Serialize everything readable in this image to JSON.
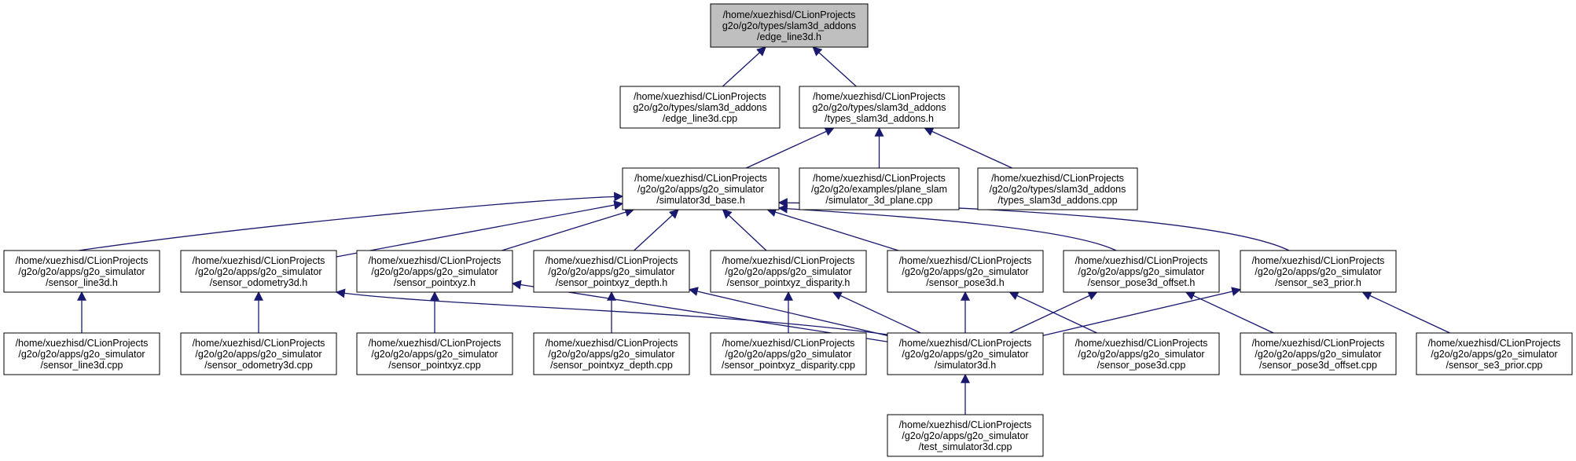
{
  "colors": {
    "edge": "#191970",
    "node_border": "#000000",
    "node_fill": "#ffffff",
    "root_fill": "#bfbfbf",
    "text": "#000000"
  },
  "nodes": {
    "n0": {
      "lines": [
        "/home/xuezhisd/CLionProjects",
        "g2o/g2o/types/slam3d_addons",
        "/edge_line3d.h"
      ]
    },
    "n1": {
      "lines": [
        "/home/xuezhisd/CLionProjects",
        "g2o/g2o/types/slam3d_addons",
        "/edge_line3d.cpp"
      ]
    },
    "n2": {
      "lines": [
        "/home/xuezhisd/CLionProjects",
        "g2o/g2o/types/slam3d_addons",
        "/types_slam3d_addons.h"
      ]
    },
    "n3": {
      "lines": [
        "/home/xuezhisd/CLionProjects",
        "/g2o/g2o/apps/g2o_simulator",
        "/simulator3d_base.h"
      ]
    },
    "n4": {
      "lines": [
        "/home/xuezhisd/CLionProjects",
        "/g2o/g2o/examples/plane_slam",
        "/simulator_3d_plane.cpp"
      ]
    },
    "n5": {
      "lines": [
        "/home/xuezhisd/CLionProjects",
        "/g2o/g2o/types/slam3d_addons",
        "/types_slam3d_addons.cpp"
      ]
    },
    "n6": {
      "lines": [
        "/home/xuezhisd/CLionProjects",
        "/g2o/g2o/apps/g2o_simulator",
        "/sensor_line3d.h"
      ]
    },
    "n7": {
      "lines": [
        "/home/xuezhisd/CLionProjects",
        "/g2o/g2o/apps/g2o_simulator",
        "/sensor_odometry3d.h"
      ]
    },
    "n8": {
      "lines": [
        "/home/xuezhisd/CLionProjects",
        "/g2o/g2o/apps/g2o_simulator",
        "/sensor_pointxyz.h"
      ]
    },
    "n9": {
      "lines": [
        "/home/xuezhisd/CLionProjects",
        "/g2o/g2o/apps/g2o_simulator",
        "/sensor_pointxyz_depth.h"
      ]
    },
    "n10": {
      "lines": [
        "/home/xuezhisd/CLionProjects",
        "/g2o/g2o/apps/g2o_simulator",
        "/sensor_pointxyz_disparity.h"
      ]
    },
    "n11": {
      "lines": [
        "/home/xuezhisd/CLionProjects",
        "/g2o/g2o/apps/g2o_simulator",
        "/sensor_pose3d.h"
      ]
    },
    "n12": {
      "lines": [
        "/home/xuezhisd/CLionProjects",
        "/g2o/g2o/apps/g2o_simulator",
        "/sensor_pose3d_offset.h"
      ]
    },
    "n13": {
      "lines": [
        "/home/xuezhisd/CLionProjects",
        "/g2o/g2o/apps/g2o_simulator",
        "/sensor_se3_prior.h"
      ]
    },
    "n14": {
      "lines": [
        "/home/xuezhisd/CLionProjects",
        "/g2o/g2o/apps/g2o_simulator",
        "/sensor_line3d.cpp"
      ]
    },
    "n15": {
      "lines": [
        "/home/xuezhisd/CLionProjects",
        "/g2o/g2o/apps/g2o_simulator",
        "/sensor_odometry3d.cpp"
      ]
    },
    "n16": {
      "lines": [
        "/home/xuezhisd/CLionProjects",
        "/g2o/g2o/apps/g2o_simulator",
        "/sensor_pointxyz.cpp"
      ]
    },
    "n17": {
      "lines": [
        "/home/xuezhisd/CLionProjects",
        "/g2o/g2o/apps/g2o_simulator",
        "/sensor_pointxyz_depth.cpp"
      ]
    },
    "n18": {
      "lines": [
        "/home/xuezhisd/CLionProjects",
        "/g2o/g2o/apps/g2o_simulator",
        "/sensor_pointxyz_disparity.cpp"
      ]
    },
    "n19": {
      "lines": [
        "/home/xuezhisd/CLionProjects",
        "/g2o/g2o/apps/g2o_simulator",
        "/simulator3d.h"
      ]
    },
    "n20": {
      "lines": [
        "/home/xuezhisd/CLionProjects",
        "/g2o/g2o/apps/g2o_simulator",
        "/sensor_pose3d.cpp"
      ]
    },
    "n21": {
      "lines": [
        "/home/xuezhisd/CLionProjects",
        "/g2o/g2o/apps/g2o_simulator",
        "/sensor_pose3d_offset.cpp"
      ]
    },
    "n22": {
      "lines": [
        "/home/xuezhisd/CLionProjects",
        "/g2o/g2o/apps/g2o_simulator",
        "/sensor_se3_prior.cpp"
      ]
    },
    "n23": {
      "lines": [
        "/home/xuezhisd/CLionProjects",
        "/g2o/g2o/apps/g2o_simulator",
        "/test_simulator3d.cpp"
      ]
    }
  },
  "edges": [
    {
      "from": "n1",
      "to": "n0"
    },
    {
      "from": "n2",
      "to": "n0"
    },
    {
      "from": "n3",
      "to": "n2"
    },
    {
      "from": "n4",
      "to": "n2"
    },
    {
      "from": "n5",
      "to": "n2"
    },
    {
      "from": "n6",
      "to": "n3"
    },
    {
      "from": "n7",
      "to": "n3"
    },
    {
      "from": "n8",
      "to": "n3"
    },
    {
      "from": "n9",
      "to": "n3"
    },
    {
      "from": "n10",
      "to": "n3"
    },
    {
      "from": "n11",
      "to": "n3"
    },
    {
      "from": "n12",
      "to": "n3"
    },
    {
      "from": "n13",
      "to": "n3"
    },
    {
      "from": "n14",
      "to": "n6"
    },
    {
      "from": "n15",
      "to": "n7"
    },
    {
      "from": "n16",
      "to": "n8"
    },
    {
      "from": "n17",
      "to": "n9"
    },
    {
      "from": "n18",
      "to": "n10"
    },
    {
      "from": "n19",
      "to": "n7"
    },
    {
      "from": "n19",
      "to": "n8"
    },
    {
      "from": "n19",
      "to": "n9"
    },
    {
      "from": "n19",
      "to": "n10"
    },
    {
      "from": "n19",
      "to": "n11"
    },
    {
      "from": "n19",
      "to": "n12"
    },
    {
      "from": "n19",
      "to": "n13"
    },
    {
      "from": "n20",
      "to": "n11"
    },
    {
      "from": "n21",
      "to": "n12"
    },
    {
      "from": "n22",
      "to": "n13"
    },
    {
      "from": "n23",
      "to": "n19"
    }
  ]
}
